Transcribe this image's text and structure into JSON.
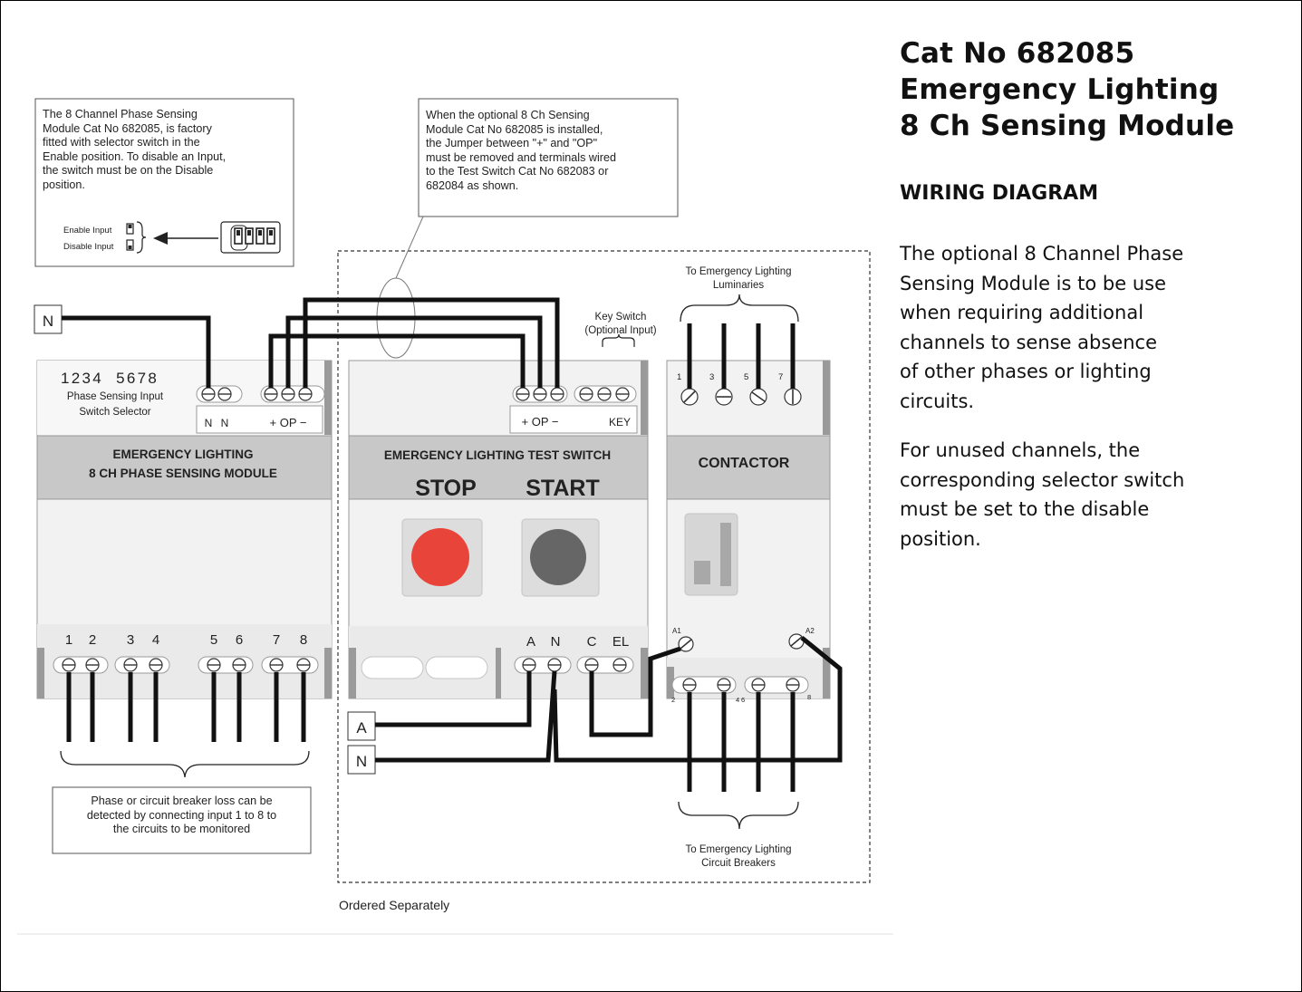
{
  "heading": {
    "line1": "Cat No 682085",
    "line2": "Emergency Lighting",
    "line3": "8 Ch Sensing Module",
    "subtitle": "WIRING DIAGRAM"
  },
  "description": {
    "para1": "The optional 8 Channel Phase\nSensing Module is to be use\nwhen requiring additional\nchannels to sense absence\nof other phases or lighting\ncircuits.",
    "para2": "For unused channels, the\ncorresponding selector switch\nmust be set to the disable\nposition."
  },
  "notes": {
    "selector": "The 8 Channel Phase Sensing\nModule Cat No 682085, is factory\nfitted with selector switch in the\nEnable position. To disable an Input,\nthe switch must be on the Disable\nposition.",
    "jumper": "When the optional 8 Ch Sensing\nModule Cat No 682085 is installed,\nthe Jumper between \"+\" and \"OP\"\nmust be removed and terminals wired\nto the Test Switch Cat No 682083 or\n682084 as shown.",
    "detection": "Phase or circuit breaker loss can be\ndetected by connecting input 1 to 8 to\nthe circuits to be monitored",
    "enable_input": "Enable Input",
    "disable_input": "Disable Input"
  },
  "sensing_module": {
    "numbers": "1234  5678",
    "selector_label_1": "Phase Sensing Input",
    "selector_label_2": "Switch Selector",
    "name_1": "EMERGENCY LIGHTING",
    "name_2": "8 CH PHASE SENSING MODULE",
    "term_n1": "N",
    "term_n2": "N",
    "term_plus_op_minus": "+ OP −",
    "inputs": [
      "1",
      "2",
      "3",
      "4",
      "5",
      "6",
      "7",
      "8"
    ]
  },
  "test_switch": {
    "name": "EMERGENCY LIGHTING TEST SWITCH",
    "stop_label": "STOP",
    "start_label": "START",
    "term_plus_op_minus": "+ OP −",
    "term_key": "KEY",
    "key_switch_1": "Key Switch",
    "key_switch_2": "(Optional Input)",
    "bottom_terms": [
      "A",
      "N",
      "C",
      "EL"
    ],
    "stop_color": "#e8443a",
    "start_color": "#666666"
  },
  "contactor": {
    "name": "CONTACTOR",
    "top_terms": [
      "1",
      "3",
      "5",
      "7"
    ],
    "bottom_terms": [
      "2",
      "4",
      "6",
      "8"
    ],
    "coil_a1": "A1",
    "coil_a2": "A2",
    "luminaries_1": "To Emergency Lighting",
    "luminaries_2": "Luminaries",
    "breakers_1": "To Emergency Lighting",
    "breakers_2": "Circuit Breakers"
  },
  "supply_labels": {
    "n_top": "N",
    "a": "A",
    "n_bottom": "N"
  },
  "ordered_separately": "Ordered Separately"
}
